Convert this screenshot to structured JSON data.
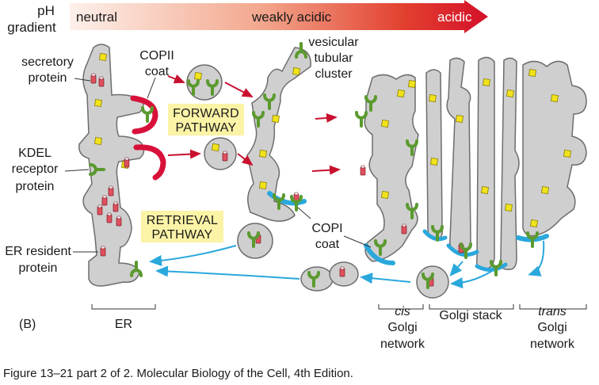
{
  "ph": {
    "title_line1": "pH",
    "title_line2": "gradient",
    "neutral": "neutral",
    "weakly_acidic": "weakly acidic",
    "acidic": "acidic"
  },
  "labels": {
    "secretory_1": "secretory",
    "secretory_2": "protein",
    "copii_1": "COPII",
    "copii_2": "coat",
    "vtc_1": "vesicular",
    "vtc_2": "tubular",
    "vtc_3": "cluster",
    "forward_1": "FORWARD",
    "forward_2": "PATHWAY",
    "kdel_1": "KDEL",
    "kdel_2": "receptor",
    "kdel_3": "protein",
    "retrieval_1": "RETRIEVAL",
    "retrieval_2": "PATHWAY",
    "copi_1": "COPI",
    "copi_2": "coat",
    "er_res_1": "ER resident",
    "er_res_2": "protein",
    "panel": "(B)",
    "er": "ER",
    "cis_1": "cis",
    "cis_2": "Golgi",
    "cis_3": "network",
    "stack": "Golgi stack",
    "trans_1": "trans",
    "trans_2": "Golgi",
    "trans_3": "network"
  },
  "caption": "Figure 13–21 part 2 of 2. Molecular Biology of the Cell, 4th Edition.",
  "colors": {
    "membrane_fill": "#cfcfcf",
    "membrane_stroke": "#6d6d6d",
    "cargo": "#f1e31b",
    "copii": "#d8113a",
    "copi": "#2aa8dc",
    "receptor": "#5b9a2e",
    "resident": "#e0505e",
    "label_box": "#fbf3a6",
    "arrow_red": "#c8102e",
    "arrow_blue": "#2aa8dc"
  }
}
